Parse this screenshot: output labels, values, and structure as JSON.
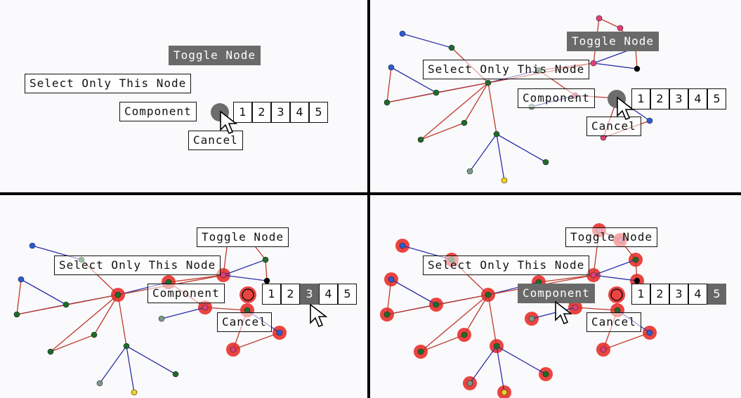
{
  "menu": {
    "toggle_node": "Toggle Node",
    "select_only": "Select Only This Node",
    "component": "Component",
    "cancel": "Cancel",
    "numbers": [
      "1",
      "2",
      "3",
      "4",
      "5"
    ]
  },
  "panels": [
    {
      "id": "p1",
      "show_graph": false,
      "highlight": "none",
      "selected_number": null
    },
    {
      "id": "p2",
      "show_graph": true,
      "highlight": "none",
      "selected_number": null
    },
    {
      "id": "p3",
      "show_graph": true,
      "highlight": "partial",
      "selected_number": "3"
    },
    {
      "id": "p4",
      "show_graph": true,
      "highlight": "all",
      "selected_number": "5"
    }
  ],
  "colors": {
    "node_green": "#1e6b2a",
    "node_blue": "#2a5cd8",
    "node_pink": "#e0407a",
    "node_gray": "#7a9a8a",
    "node_yellow": "#f0d020",
    "node_black": "#000000",
    "edge_red": "#c0392b",
    "edge_blue": "#2c2fa8",
    "highlight_red": "#e8231e"
  }
}
